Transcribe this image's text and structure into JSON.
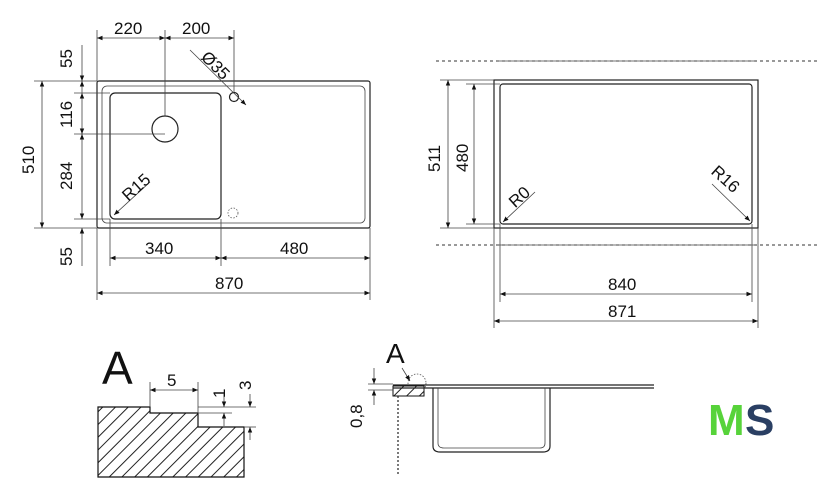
{
  "dims": {
    "top_left_width": "220",
    "top_right_width": "200",
    "tap_hole": "Ø35",
    "top_margin": "55",
    "bottom_margin": "55",
    "hole_offset": "116",
    "bowl_depth": "284",
    "overall_height": "510",
    "bowl_radius": "R15",
    "bowl_width": "340",
    "drainer_width": "480",
    "overall_width": "870",
    "right_height_outer": "511",
    "right_height_inner": "480",
    "right_radius_left": "R0",
    "right_radius_right": "R16",
    "right_width_inner": "840",
    "right_width_outer": "871",
    "detail_5": "5",
    "detail_1": "1",
    "detail_3": "3",
    "thickness": "0,8"
  },
  "labels": {
    "detail_a_big": "A",
    "detail_a_small": "A"
  },
  "logo": {
    "m": "M",
    "s": "S",
    "m_color": "#57d33a",
    "s_color": "#2a3f63"
  }
}
